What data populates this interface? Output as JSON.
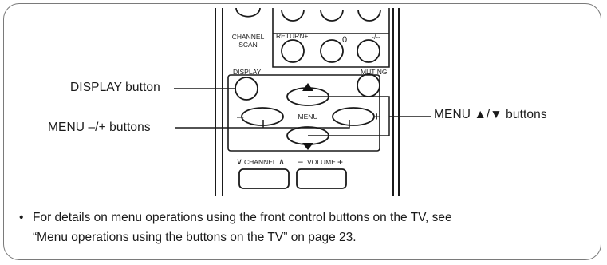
{
  "callouts": {
    "display": "DISPLAY button",
    "menu_minus_plus": "MENU –/+ buttons",
    "menu_up_down": "MENU ▲/▼ buttons"
  },
  "remote": {
    "channel_scan_line1": "CHANNEL",
    "channel_scan_line2": "SCAN",
    "return": "RETURN+",
    "zero": "0",
    "dash": "-/--",
    "display": "DISPLAY",
    "muting": "MUTING",
    "menu": "MENU",
    "minus": "–",
    "plus": "+",
    "channel": "CHANNEL",
    "volume_minus": "–",
    "volume": "VOLUME",
    "volume_plus": "+"
  },
  "note": {
    "bullet": "•",
    "line1": "For details on menu operations using the front control buttons on the TV, see",
    "line2": "“Menu operations using the buttons on the TV” on page 23."
  }
}
